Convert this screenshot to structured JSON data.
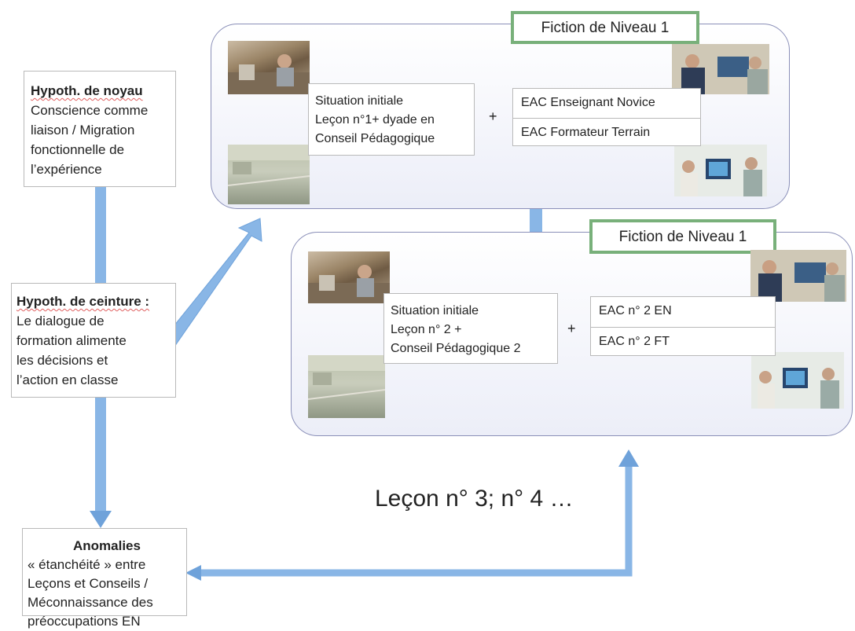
{
  "left": {
    "noyau": {
      "header": "Hypoth. de noyau",
      "lines": [
        "Conscience comme",
        "liaison / Migration",
        "fonctionnelle de",
        "l’expérience"
      ]
    },
    "ceinture": {
      "header": "Hypoth. de ceinture :",
      "lines": [
        "Le dialogue de",
        "formation alimente",
        "les décisions et",
        "l’action en classe"
      ]
    },
    "anomalies": {
      "header": "Anomalies",
      "lines": [
        "« étanchéité » entre",
        "Leçons et Conseils /",
        "Méconnaissance des",
        "préoccupations EN"
      ]
    }
  },
  "panel1": {
    "fiction": "Fiction de Niveau 1",
    "situation": [
      "Situation initiale",
      "Leçon n°1+ dyade en",
      "Conseil Pédagogique"
    ],
    "plus": "+",
    "eac": [
      "EAC Enseignant Novice",
      "EAC Formateur Terrain"
    ]
  },
  "panel2": {
    "fiction": "Fiction de Niveau 1",
    "situation": [
      "Situation initiale",
      "Leçon n° 2 +",
      "Conseil Pédagogique 2"
    ],
    "plus": "+",
    "eac": [
      "EAC n° 2 EN",
      "EAC n° 2 FT"
    ]
  },
  "next_lessons": "Leçon n° 3; n° 4 …",
  "colors": {
    "arrow": "#7eaee3",
    "arrow_edge": "#5f93d0",
    "panel_border": "#8a8fb8",
    "fiction_border": "#78b07a"
  }
}
